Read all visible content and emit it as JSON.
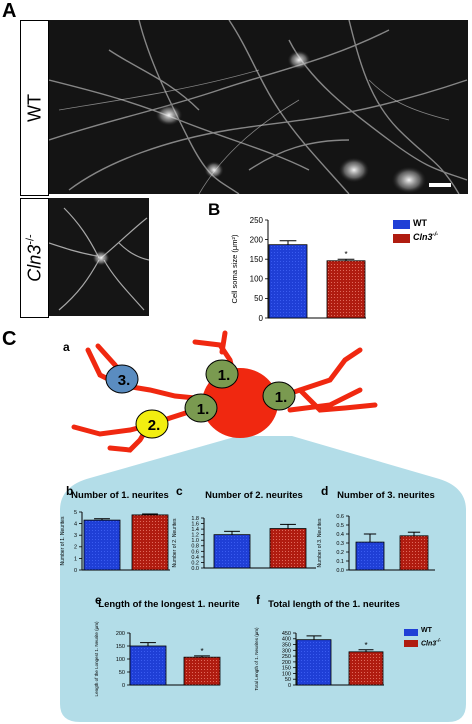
{
  "panels": {
    "A": "A",
    "B": "B",
    "C": "C",
    "a": "a",
    "b": "b",
    "c": "c",
    "d": "d",
    "e": "e",
    "f": "f"
  },
  "micrographs": {
    "wt_label": "WT",
    "ko_label": "Cln3",
    "ko_sup": "-/-"
  },
  "legend": {
    "wt": "WT",
    "ko": "Cln3",
    "ko_sup": "-/-",
    "wt_color": "#1f3fd6",
    "ko_color": "#b01c10"
  },
  "diagram": {
    "labels": [
      "3.",
      "2.",
      "1.",
      "1.",
      "1."
    ],
    "colors": {
      "soma": "#f02810",
      "primary": "#7a9a50",
      "secondary": "#f2ee10",
      "tertiary": "#5a8cc0",
      "inset_bg": "#b3dde8"
    }
  },
  "chart_data": [
    {
      "id": "B",
      "type": "bar",
      "title": "",
      "ylabel": "Cell soma size (μm²)",
      "categories": [
        "WT",
        "Cln3-/-"
      ],
      "values": [
        187,
        146
      ],
      "errors": [
        10,
        4
      ],
      "ylim": [
        0,
        250
      ],
      "yticks": [
        0,
        50,
        100,
        150,
        200,
        250
      ],
      "significance": "*"
    },
    {
      "id": "b",
      "type": "bar",
      "title": "Number of 1. neurites",
      "ylabel": "Number of 1. Neurites",
      "categories": [
        "WT",
        "Cln3-/-"
      ],
      "values": [
        4.3,
        4.75
      ],
      "errors": [
        0.12,
        0.08
      ],
      "ylim": [
        0,
        5
      ],
      "yticks": [
        0,
        1,
        2,
        3,
        4,
        5
      ],
      "significance": ""
    },
    {
      "id": "c",
      "type": "bar",
      "title": "Number of 2. neurites",
      "ylabel": "Number of 2. Neurites",
      "categories": [
        "WT",
        "Cln3-/-"
      ],
      "values": [
        1.2,
        1.42
      ],
      "errors": [
        0.12,
        0.15
      ],
      "ylim": [
        0,
        1.8
      ],
      "yticks": [
        0,
        0.2,
        0.4,
        0.6,
        0.8,
        1.0,
        1.2,
        1.4,
        1.6,
        1.8
      ],
      "significance": ""
    },
    {
      "id": "d",
      "type": "bar",
      "title": "Number of 3. neurites",
      "ylabel": "Number of 3. Neurites",
      "categories": [
        "WT",
        "Cln3-/-"
      ],
      "values": [
        0.31,
        0.38
      ],
      "errors": [
        0.09,
        0.04
      ],
      "ylim": [
        0,
        0.6
      ],
      "yticks": [
        0,
        0.1,
        0.2,
        0.3,
        0.4,
        0.5,
        0.6
      ],
      "significance": ""
    },
    {
      "id": "e",
      "type": "bar",
      "title": "Length of the longest 1. neurite",
      "ylabel": "Length of the Longest 1. Neurite (μm)",
      "categories": [
        "WT",
        "Cln3-/-"
      ],
      "values": [
        150,
        107
      ],
      "errors": [
        13,
        5
      ],
      "ylim": [
        0,
        200
      ],
      "yticks": [
        0,
        50,
        100,
        150,
        200
      ],
      "significance": "*"
    },
    {
      "id": "f",
      "type": "bar",
      "title": "Total length of the 1. neurites",
      "ylabel": "Total Length of 1. Neurites (μm)",
      "categories": [
        "WT",
        "Cln3-/-"
      ],
      "values": [
        392,
        287
      ],
      "errors": [
        33,
        18
      ],
      "ylim": [
        0,
        450
      ],
      "yticks": [
        0,
        50,
        100,
        150,
        200,
        250,
        300,
        350,
        400,
        450
      ],
      "significance": "*"
    }
  ]
}
